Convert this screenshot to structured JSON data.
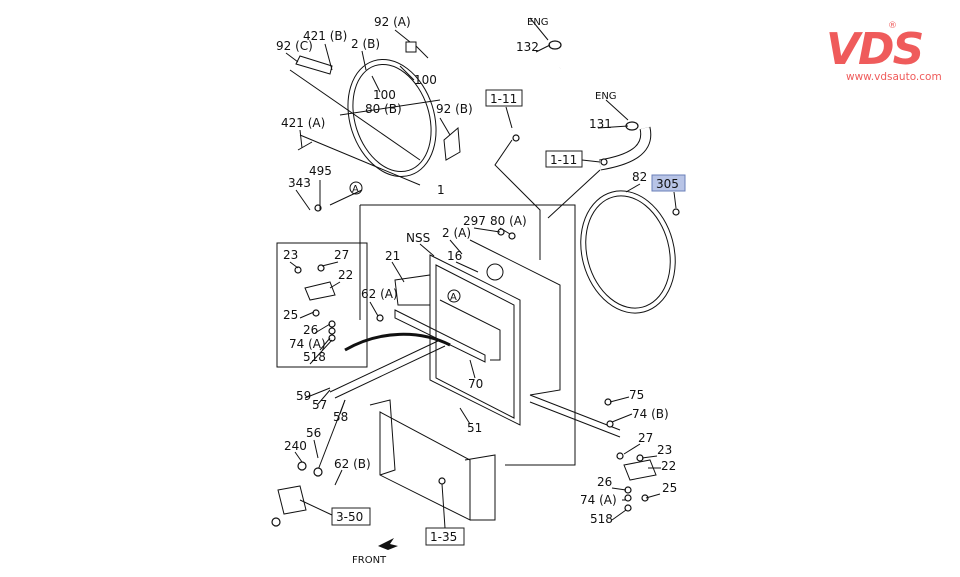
{
  "logo": {
    "brand": "VDS",
    "registered": "®",
    "url": "www.vdsauto.com",
    "color": "#ef5b5b"
  },
  "callouts": {
    "a92a": "92 (A)",
    "a421b": "421 (B)",
    "a92c": "92 (C)",
    "a2b": "2 (B)",
    "a100_1": "100",
    "a100_2": "100",
    "a80b": "80 (B)",
    "a92b": "92 (B)",
    "a421a": "421 (A)",
    "a343": "343",
    "a495": "495",
    "circA1": "A",
    "a1": "1",
    "eng1": "ENG",
    "a132": "132",
    "ref111_1": "1-11",
    "eng2": "ENG",
    "a131": "131",
    "ref111_2": "1-11",
    "a82": "82",
    "a305": "305",
    "a297": "297",
    "a80a": "80 (A)",
    "nss": "NSS",
    "a2a": "2 (A)",
    "a16": "16",
    "a21": "21",
    "circA2": "A",
    "a62a": "62 (A)",
    "box_23": "23",
    "box_27": "27",
    "box_22": "22",
    "box_25": "25",
    "box_26": "26",
    "box_74a": "74 (A)",
    "box_518": "518",
    "a70": "70",
    "a59": "59",
    "a57": "57",
    "a58": "58",
    "a51": "51",
    "a56": "56",
    "a240": "240",
    "a62b": "62 (B)",
    "ref350": "3-50",
    "ref135": "1-35",
    "front": "FRONT",
    "r75": "75",
    "r74b": "74 (B)",
    "r27": "27",
    "r23": "23",
    "r22": "22",
    "r26": "26",
    "r25": "25",
    "r74a": "74 (A)",
    "r518": "518"
  },
  "highlight_color": "#b8c4e6"
}
